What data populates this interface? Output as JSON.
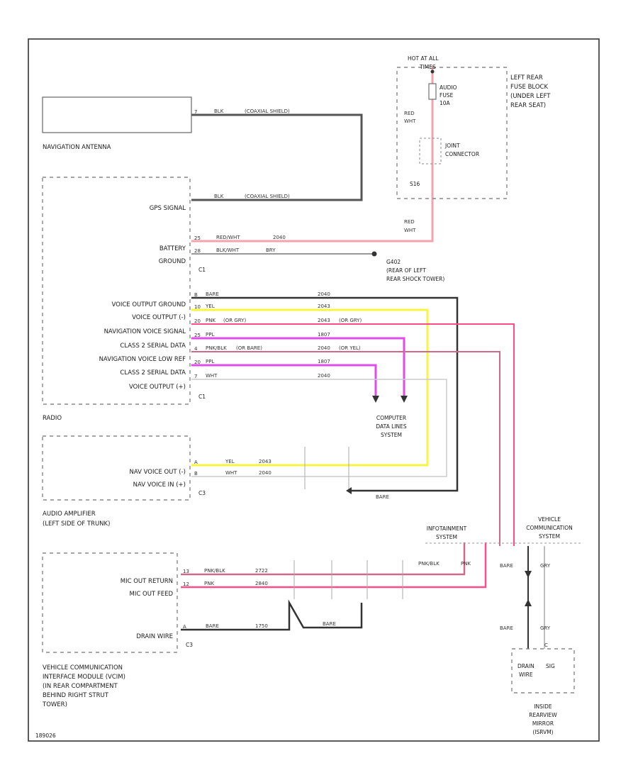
{
  "components": {
    "nav_antenna": {
      "label": "NAVIGATION ANTENNA"
    },
    "radio": {
      "label": "RADIO",
      "connector": "C1",
      "connector2": "C1",
      "pins": {
        "gps_signal": "GPS SIGNAL",
        "battery": "BATTERY",
        "ground": "GROUND",
        "voice_output_ground": "VOICE OUTPUT GROUND",
        "voice_output_neg": "VOICE OUTPUT (-)",
        "nav_voice_signal": "NAVIGATION VOICE SIGNAL",
        "class2_a": "CLASS 2 SERIAL DATA",
        "nav_voice_low_ref": "NAVIGATION VOICE LOW REF",
        "class2_b": "CLASS 2 SERIAL DATA",
        "voice_output_pos": "VOICE OUTPUT (+)"
      }
    },
    "audio_amp": {
      "label_1": "AUDIO AMPLIFIER",
      "label_2": "(LEFT SIDE OF TRUNK)",
      "connector": "C3",
      "pins": {
        "nav_voice_out_neg": "NAV VOICE OUT (-)",
        "nav_voice_out_pos": "NAV VOICE IN (+)"
      }
    },
    "vcim": {
      "label_lines": [
        "VEHICLE COMMUNICATION",
        "INTERFACE MODULE (VCIM)",
        "(IN REAR COMPARTMENT",
        "BEHIND RIGHT STRUT",
        "TOWER)"
      ],
      "connector": "C3",
      "pins": {
        "mic_out_return": "MIC OUT RETURN",
        "mic_out_feed": "MIC OUT FEED",
        "drain_wire": "DRAIN WIRE"
      }
    },
    "fuse_block": {
      "hot_at_all": "HOT AT ALL",
      "times": "TIMES",
      "fuse_lines": [
        "AUDIO",
        "FUSE",
        "10A"
      ],
      "label_lines": [
        "LEFT REAR",
        "FUSE BLOCK",
        "(UNDER LEFT",
        "REAR SEAT)"
      ],
      "joint_connector": [
        "JOINT",
        "CONNECTOR"
      ],
      "s_label": "S16"
    },
    "ground": {
      "id": "G402",
      "desc_lines": [
        "(REAR OF LEFT",
        "REAR SHOCK TOWER)"
      ]
    },
    "computer_data_lines": [
      "COMPUTER",
      "DATA LINES",
      "SYSTEM"
    ],
    "infotainment": [
      "INFOTAINMENT",
      "SYSTEM"
    ],
    "vehicle_comm": [
      "VEHICLE",
      "COMMUNICATION",
      "SYSTEM"
    ],
    "inside_rearview": {
      "box_lines": [
        "DRAIN",
        "SIG"
      ],
      "box_line3": "WIRE",
      "label_lines": [
        "INSIDE",
        "REARVIEW",
        "MIRROR",
        "(ISRVM)"
      ]
    }
  },
  "wires": {
    "antenna_blk": "BLK",
    "antenna_coax": "(COAXIAL SHIELD)",
    "gps_blk": "BLK",
    "gps_coax": "(COAXIAL SHIELD)",
    "battery_color": "RED/WHT",
    "battery_circuit": "2040",
    "ground_color": "BLK/WHT",
    "ground_circuit": "BRY",
    "red_wht_1": "RED",
    "red_wht_2": "WHT",
    "bare": "BARE",
    "yel": "YEL",
    "pnk": "PNK",
    "ppl": "PPL",
    "pnk_blk": "PNK/BLK",
    "wht": "WHT",
    "c2040": "2040",
    "c2043": "2043",
    "c1807": "1807",
    "pnk_or_gry": "(OR GRY)",
    "or_gry_r": "(OR GRY)",
    "pnk_blk_or": "(OR BARE)",
    "or_yel_r": "(OR YEL)",
    "mic_pnkblk": "PNK/BLK",
    "mic_pnk": "PNK",
    "mic_c1": "2722",
    "mic_c2": "2840",
    "drain_bare": "BARE",
    "drain_c": "1750",
    "drain_bare2": "BARE",
    "vc_pnkblk": "PNK/BLK",
    "vc_pnk": "PNK",
    "vc_bare": "BARE",
    "vc_gry": "GRY",
    "vc_bare2": "BARE",
    "vc_gry2": "GRY",
    "pin_labels": [
      "7",
      "25",
      "28",
      "B",
      "10",
      "20",
      "25",
      "4",
      "20",
      "7",
      "A",
      "B",
      "13",
      "12",
      "A",
      "C"
    ]
  },
  "footer_code": "189026",
  "colors": {
    "red_wht": "#f4a3ad",
    "pink": "#ff4d88",
    "yellow": "#f5f542",
    "purple": "#e04ce8",
    "black": "#333333",
    "white_wire": "#cccccc"
  }
}
